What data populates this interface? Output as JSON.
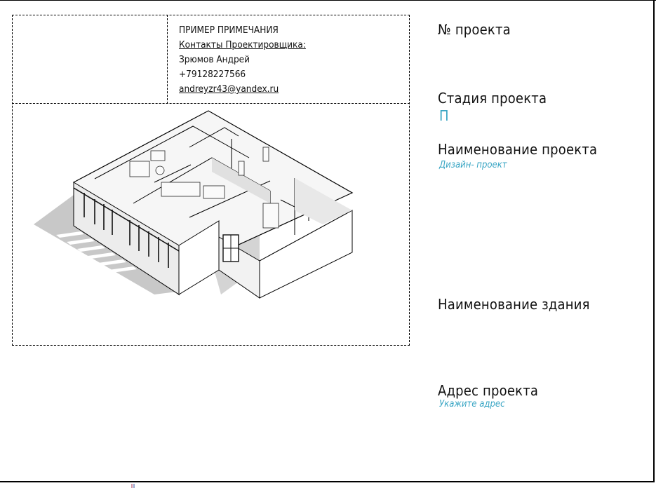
{
  "note": {
    "title": "ПРИМЕР ПРИМЕЧАНИЯ",
    "contacts_label": "Контакты Проектировщика:",
    "name": "Зрюмов Андрей",
    "phone": " +79128227566",
    "email": "andreyzr43@yandex.ru"
  },
  "title_block": {
    "project_number_label": "№ проекта",
    "project_number_value": "",
    "stage_label": "Стадия проекта",
    "stage_value": "П",
    "project_name_label": "Наименование проекта",
    "project_name_value": "Дизайн- проект",
    "building_name_label": "Наименование здания",
    "building_name_value": "",
    "address_label": "Адрес проекта",
    "address_value": "Укажите адрес"
  },
  "colors": {
    "accent": "#3aa6c4",
    "line": "#000000"
  },
  "drawing": {
    "view_type": "isometric-3d-apartment-cutaway"
  }
}
